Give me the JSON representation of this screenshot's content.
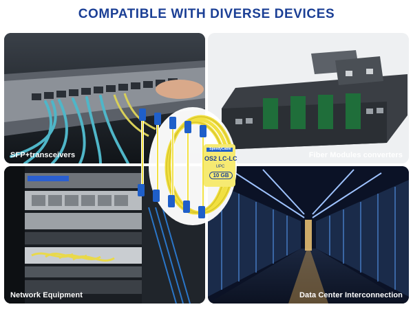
{
  "header": {
    "title": "COMPATIBLE WITH DIVERSE DEVICES"
  },
  "panels": [
    {
      "caption": "SFP+transceivers"
    },
    {
      "caption": "Fiber Modules converters"
    },
    {
      "caption": "Network Equipment"
    },
    {
      "caption": "Data Center Interconnection"
    }
  ],
  "product": {
    "brand": "SpeedyCable",
    "line1": "OS2 LC-LC",
    "line2": "UPC",
    "length": "10 GB"
  },
  "colors": {
    "title": "#1b3f95",
    "cable_yellow": "#f1e042",
    "connector_blue": "#1f5fc9"
  }
}
